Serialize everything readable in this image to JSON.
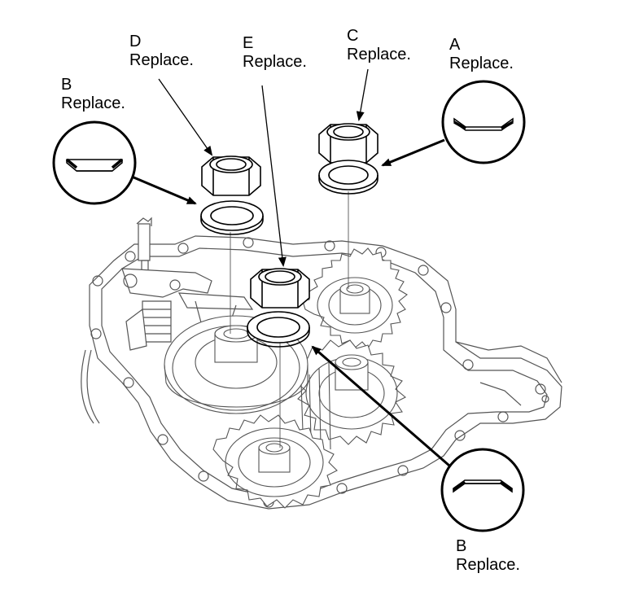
{
  "callouts": [
    {
      "id": "D",
      "letter": "D",
      "text": "Replace."
    },
    {
      "id": "E",
      "letter": "E",
      "text": "Replace."
    },
    {
      "id": "C",
      "letter": "C",
      "text": "Replace."
    },
    {
      "id": "A",
      "letter": "A",
      "text": "Replace."
    },
    {
      "id": "B_left",
      "letter": "B",
      "text": "Replace."
    },
    {
      "id": "B_bottom",
      "letter": "B",
      "text": "Replace."
    }
  ],
  "colors": {
    "ink": "#000000",
    "background": "#ffffff",
    "line": "#555555"
  }
}
